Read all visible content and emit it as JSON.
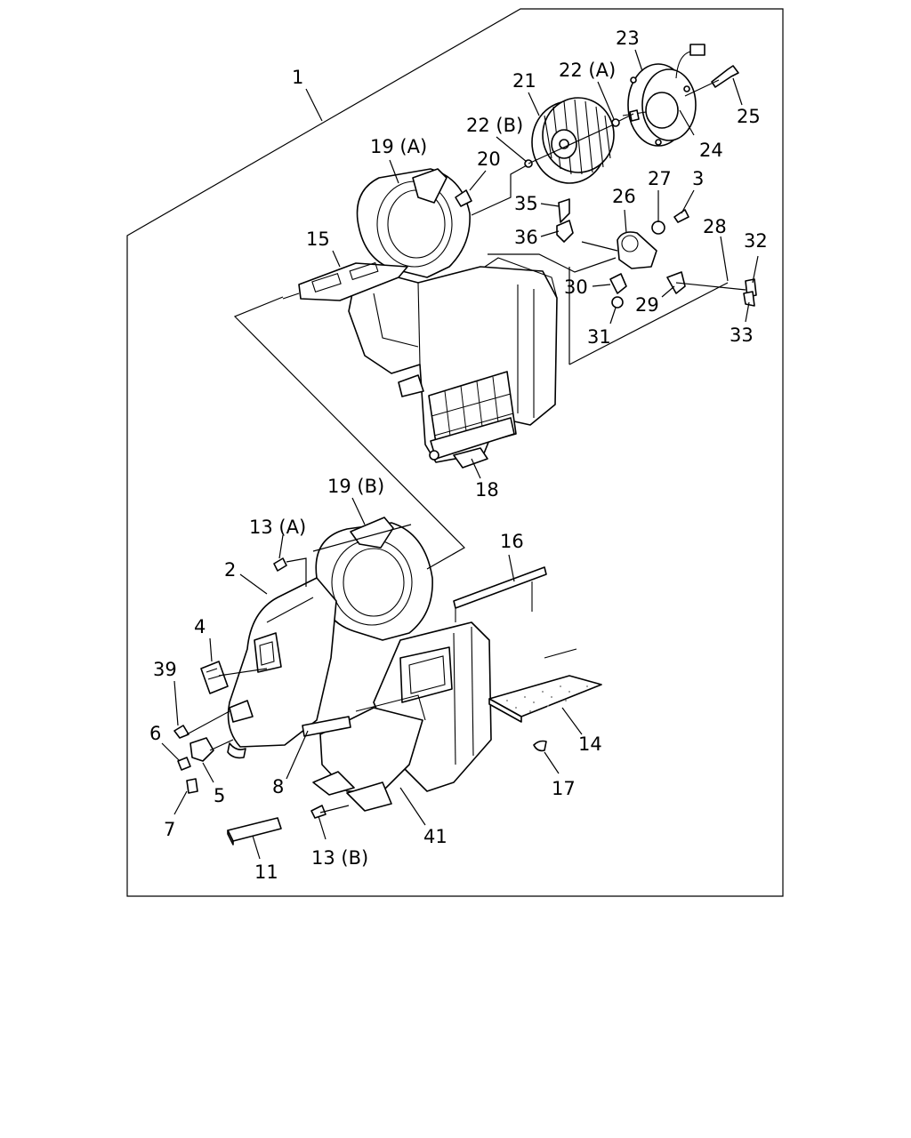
{
  "callouts": {
    "c1": "1",
    "c2": "2",
    "c3": "3",
    "c4": "4",
    "c5": "5",
    "c6": "6",
    "c7": "7",
    "c8": "8",
    "c11": "11",
    "c13a": "13 (A)",
    "c13b": "13 (B)",
    "c14": "14",
    "c15": "15",
    "c16": "16",
    "c17": "17",
    "c18": "18",
    "c19a": "19 (A)",
    "c19b": "19 (B)",
    "c20": "20",
    "c21": "21",
    "c22a": "22 (A)",
    "c22b": "22 (B)",
    "c23": "23",
    "c24": "24",
    "c25": "25",
    "c26": "26",
    "c27": "27",
    "c28": "28",
    "c29": "29",
    "c30": "30",
    "c31": "31",
    "c32": "32",
    "c33": "33",
    "c35": "35",
    "c36": "36",
    "c39": "39",
    "c41": "41"
  },
  "colors": {
    "line": "#000000",
    "background": "#ffffff"
  }
}
